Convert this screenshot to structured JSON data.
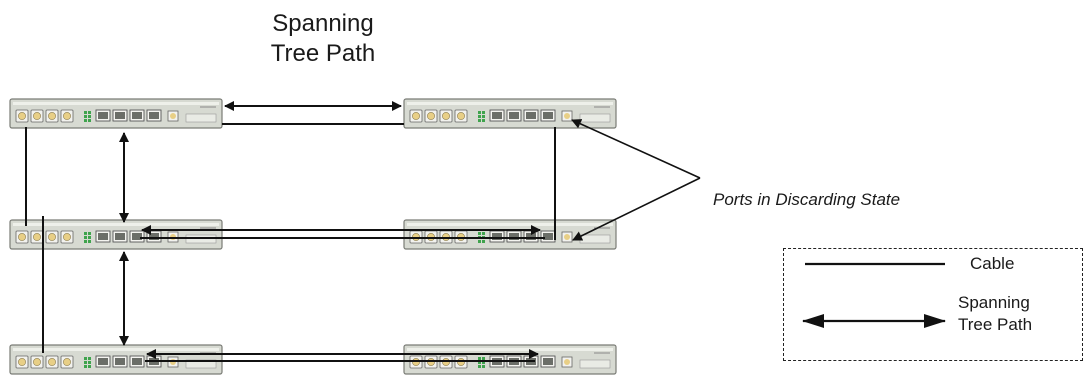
{
  "title": {
    "line1": "Spanning",
    "line2": "Tree Path"
  },
  "callout": {
    "text": "Ports in Discarding State"
  },
  "legend": {
    "cable_label": "Cable",
    "stp_label_line1": "Spanning",
    "stp_label_line2": "Tree Path"
  },
  "colors": {
    "line": "#111111",
    "switch_body": "#d7dad2",
    "switch_border": "#7a7c76",
    "port_fill": "#e8cf86",
    "sfp_fill": "#6b6e68",
    "led_green": "#3fa34d"
  },
  "devices": [
    {
      "id": "switch-top-left",
      "row": "top",
      "column": "left"
    },
    {
      "id": "switch-top-right",
      "row": "top",
      "column": "right"
    },
    {
      "id": "switch-mid-left",
      "row": "middle",
      "column": "left"
    },
    {
      "id": "switch-mid-right",
      "row": "middle",
      "column": "right"
    },
    {
      "id": "switch-bottom-left",
      "row": "bottom",
      "column": "left"
    },
    {
      "id": "switch-bottom-right",
      "row": "bottom",
      "column": "right"
    }
  ]
}
